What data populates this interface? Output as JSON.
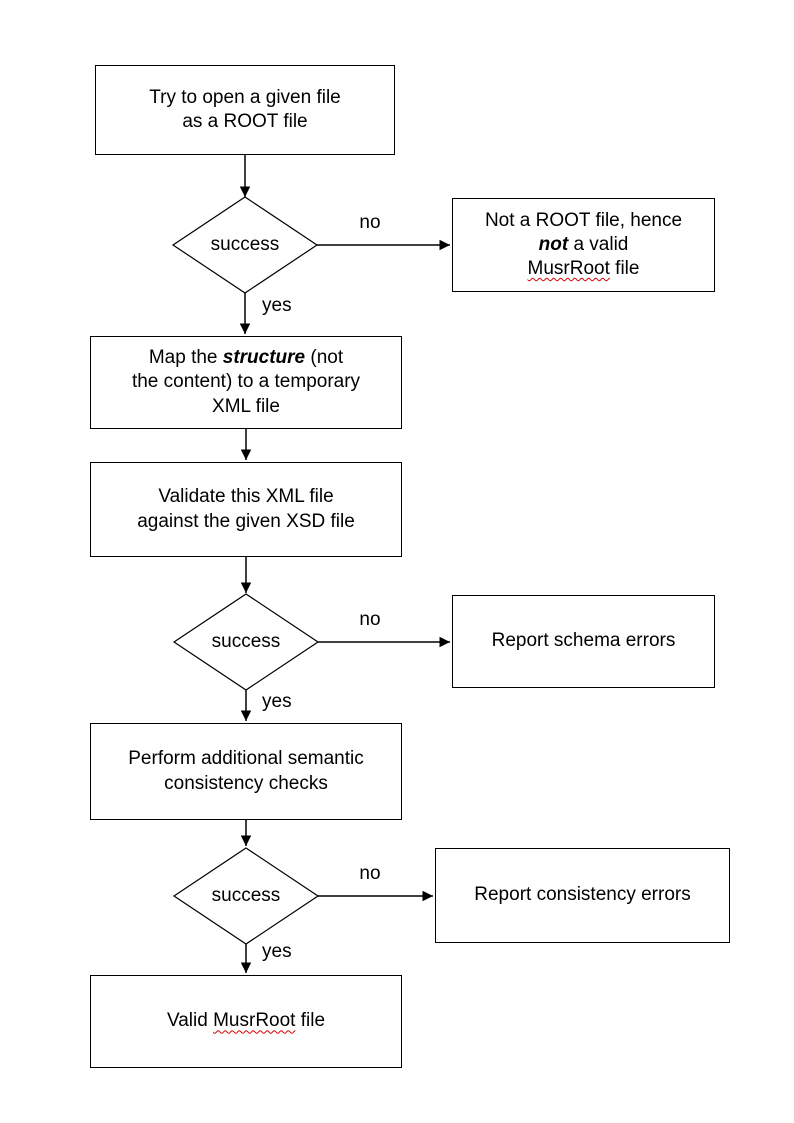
{
  "nodes": {
    "open_file": {
      "text": "Try to open a given file\nas a ROOT file"
    },
    "success1": {
      "text": "success"
    },
    "not_root": {
      "pre": "Not a ROOT file, hence\n",
      "em": "not",
      "mid": " a valid\n",
      "misspelled": "MusrRoot",
      "post": " file"
    },
    "map_structure": {
      "pre": "Map the ",
      "em": "structure",
      "post": " (not\nthe content) to a temporary\nXML file"
    },
    "validate_xml": {
      "text": "Validate this XML file\nagainst the given XSD file"
    },
    "success2": {
      "text": "success"
    },
    "report_schema": {
      "text": "Report schema errors"
    },
    "semantic_checks": {
      "text": "Perform additional semantic\nconsistency checks"
    },
    "success3": {
      "text": "success"
    },
    "report_consistency": {
      "text": "Report consistency errors"
    },
    "valid_file": {
      "pre": "Valid ",
      "misspelled": "MusrRoot",
      "post": " file"
    }
  },
  "edge_labels": {
    "no1": "no",
    "yes1": "yes",
    "no2": "no",
    "yes2": "yes",
    "no3": "no",
    "yes3": "yes"
  },
  "colors": {
    "stroke": "#000000",
    "background": "#ffffff",
    "misspell_underline": "#d40000"
  }
}
